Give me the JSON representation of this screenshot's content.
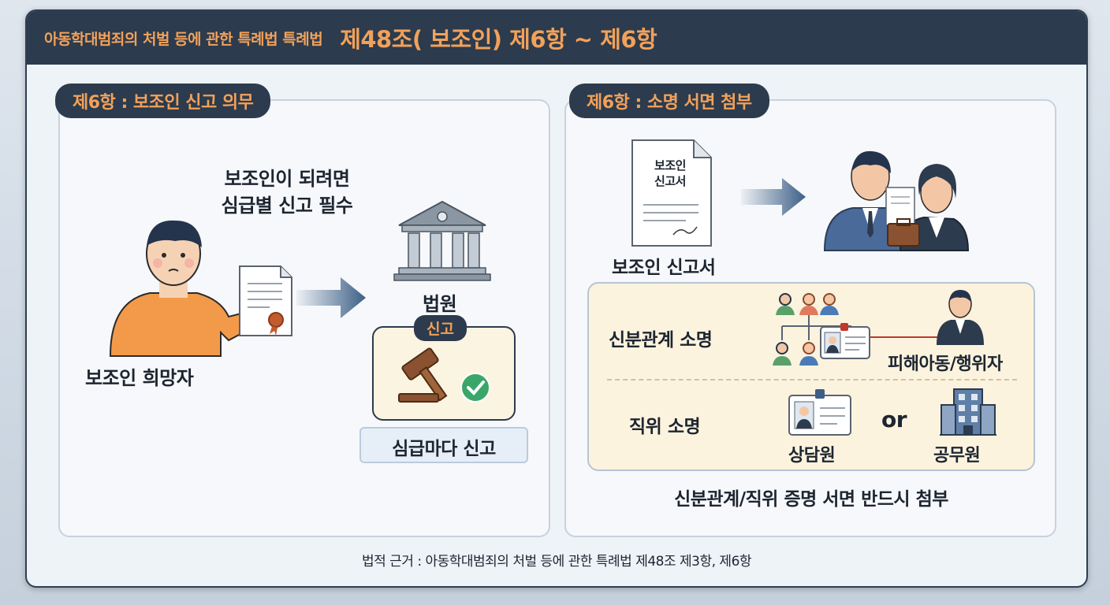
{
  "header": {
    "subtitle": "아동학대범죄의 처벌 등에 관한 특례법 특례법",
    "title": "제48조( 보조인)  제6항 ~ 제6항"
  },
  "left_panel": {
    "heading": "제6항 : 보조인 신고 의무",
    "requirement_line1": "보조인이 되려면",
    "requirement_line2": "심급별 신고 필수",
    "applicant_label": "보조인 희망자",
    "court_label": "법원",
    "report_tag": "신고",
    "every_instance_label": "심급마다 신고"
  },
  "right_panel": {
    "heading": "제6항 : 소명 서면 첨부",
    "doc_title_line1": "보조인",
    "doc_title_line2": "신고서",
    "doc_label": "보조인 신고서",
    "relation_label": "신분관계 소명",
    "victim_label": "피해아동/행위자",
    "position_label": "직위 소명",
    "or_label": "or",
    "counselor_label": "상담원",
    "official_label": "공무원",
    "attach_label": "신분관계/직위 증명 서면 반드시 첨부"
  },
  "footer": {
    "legal_basis": "법적 근거 : 아동학대범죄의 처벌 등에 관한 특례법 제48조 제3항, 제6항"
  },
  "colors": {
    "navy": "#2c3b4d",
    "orange": "#f2a15a",
    "arrow_blue": "#3d5f86",
    "check_green": "#3aa66a"
  },
  "icons": [
    "person-icon",
    "document-icon",
    "arrow-icon",
    "courthouse-icon",
    "gavel-icon",
    "check-icon",
    "lawyers-icon",
    "family-tree-icon",
    "id-card-icon",
    "building-icon"
  ]
}
